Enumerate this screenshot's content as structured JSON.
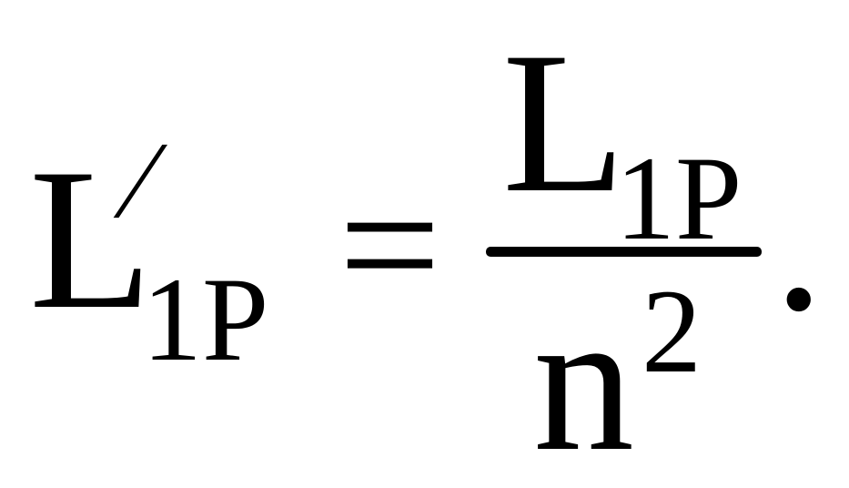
{
  "formula": {
    "lhs": {
      "symbol": "L",
      "prime": "/",
      "subscript": "1P"
    },
    "operator": "=",
    "numerator": {
      "symbol": "L",
      "subscript": "1P"
    },
    "denominator": {
      "symbol": "n",
      "superscript": "2"
    },
    "terminator": "."
  }
}
